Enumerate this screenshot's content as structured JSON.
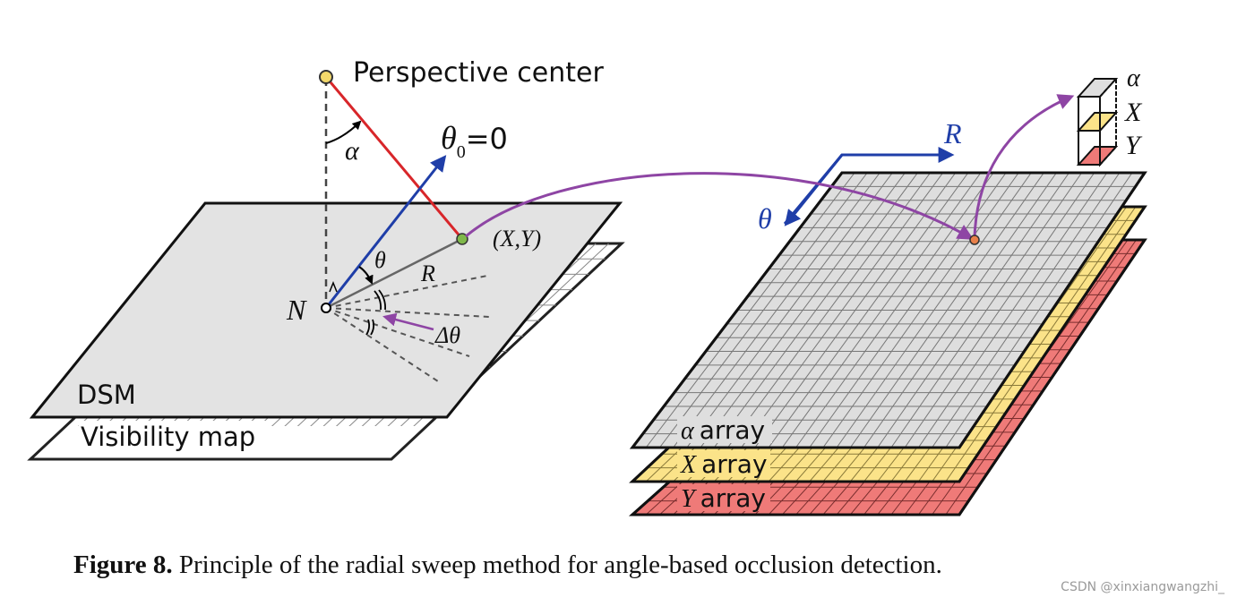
{
  "left_diagram": {
    "perspective_center_label": "Perspective center",
    "theta0_symbol": "θ",
    "theta0_subscript": "0",
    "theta0_value": "=0",
    "alpha_label": "α",
    "theta_label": "θ",
    "r_label": "R",
    "n_label": "N",
    "xy_label": "(X,Y)",
    "delta_theta_label": "Δθ",
    "dsm_label": "DSM",
    "visibility_map_label": "Visibility map"
  },
  "right_diagram": {
    "r_axis_label": "R",
    "theta_axis_label": "θ",
    "alpha_array_symbol": "α",
    "alpha_array_text": "array",
    "x_array_symbol": "X",
    "x_array_text": "array",
    "y_array_symbol": "Y",
    "y_array_text": "array",
    "stack_alpha_label": "α",
    "stack_x_label": "X",
    "stack_y_label": "Y"
  },
  "colors": {
    "dsm_fill": "#e3e3e3",
    "alpha_layer_fill": "#dedede",
    "x_layer_fill": "#fbe389",
    "y_layer_fill": "#ef7a78",
    "blue_axis": "#1f3ea8",
    "red_ray": "#d8262a",
    "purple_arrow": "#8e45a4",
    "perspective_point": "#f3d86b"
  },
  "caption": {
    "bold": "Figure 8.",
    "text": " Principle of the radial sweep method for angle-based occlusion detection."
  },
  "watermark": "CSDN @xinxiangwangzhi_"
}
